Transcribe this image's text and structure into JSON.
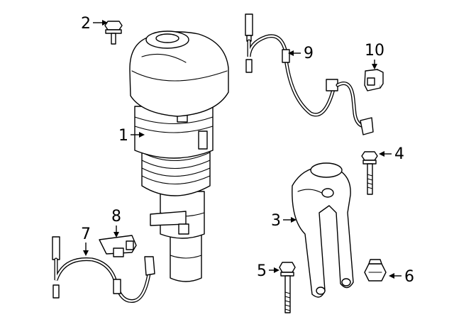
{
  "callouts": [
    {
      "id": "1",
      "label": "1"
    },
    {
      "id": "2",
      "label": "2"
    },
    {
      "id": "3",
      "label": "3"
    },
    {
      "id": "4",
      "label": "4"
    },
    {
      "id": "5",
      "label": "5"
    },
    {
      "id": "6",
      "label": "6"
    },
    {
      "id": "7",
      "label": "7"
    },
    {
      "id": "8",
      "label": "8"
    },
    {
      "id": "9",
      "label": "9"
    },
    {
      "id": "10",
      "label": "10"
    }
  ],
  "parts": [
    {
      "callout": "1",
      "icon": "air-strut-icon"
    },
    {
      "callout": "2",
      "icon": "bolt-icon"
    },
    {
      "callout": "3",
      "icon": "bracket-icon"
    },
    {
      "callout": "4",
      "icon": "bolt-icon"
    },
    {
      "callout": "5",
      "icon": "bolt-icon"
    },
    {
      "callout": "6",
      "icon": "nut-icon"
    },
    {
      "callout": "7",
      "icon": "sensor-cable-icon"
    },
    {
      "callout": "8",
      "icon": "clip-bracket-icon"
    },
    {
      "callout": "9",
      "icon": "sensor-cable-icon"
    },
    {
      "callout": "10",
      "icon": "connector-icon"
    }
  ]
}
